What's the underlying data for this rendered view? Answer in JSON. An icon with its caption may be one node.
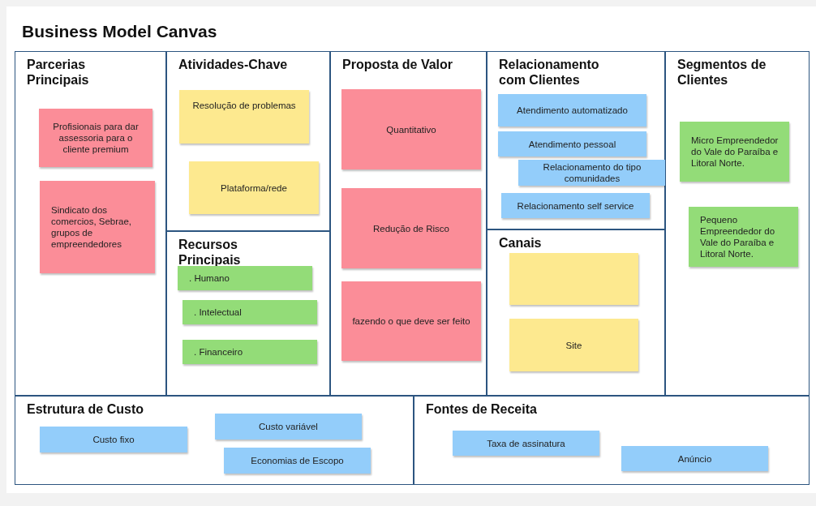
{
  "diagram": {
    "title": "Business Model Canvas",
    "nodes": [
      {
        "text": [
          "Parcerias Principais"
        ]
      },
      {
        "text": [
          "Profisionais para dar assessoria para o cliente premium"
        ],
        "in": 0
      },
      {
        "text": [
          "Sindicato dos comercios, Sebrae, grupos de empreendedores"
        ],
        "in": 0
      },
      {
        "text": [
          "Atividades-Chave"
        ]
      },
      {
        "text": [
          "Resolução de problemas"
        ],
        "in": 3
      },
      {
        "text": [
          "Plataforma/rede"
        ],
        "in": 3
      },
      {
        "text": [
          "Recursos Principais"
        ]
      },
      {
        "text": [
          ". Humano"
        ],
        "in": 6
      },
      {
        "text": [
          ". Intelectual"
        ],
        "in": 6
      },
      {
        "text": [
          ". Financeiro"
        ],
        "in": 6
      },
      {
        "text": [
          "Proposta de Valor"
        ]
      },
      {
        "text": [
          "Quantitativo"
        ],
        "in": 10
      },
      {
        "text": [
          "Redução de Risco"
        ],
        "in": 10
      },
      {
        "text": [
          "fazendo o que deve ser feito"
        ],
        "in": 10
      },
      {
        "text": [
          "Relacionamento com Clientes"
        ]
      },
      {
        "text": [
          "Atendimento automatizado"
        ],
        "in": 14
      },
      {
        "text": [
          "Atendimento pessoal"
        ],
        "in": 14
      },
      {
        "text": [
          "Relacionamento do tipo comunidades"
        ],
        "in": 14
      },
      {
        "text": [
          "Relacionamento self service"
        ],
        "in": 14
      },
      {
        "text": [
          "Canais"
        ]
      },
      {
        "text": [],
        "shape": "box",
        "in": 19
      },
      {
        "text": [
          "Site"
        ],
        "in": 19
      },
      {
        "text": [
          "Segmentos de Clientes"
        ]
      },
      {
        "text": [
          "Micro Empreendedor do Vale do Paraíba e Litoral Norte."
        ],
        "in": 22
      },
      {
        "text": [
          "Pequeno Empreendedor do Vale do Paraíba e Litoral Norte."
        ],
        "in": 22
      },
      {
        "text": [
          "Estrutura de Custo"
        ]
      },
      {
        "text": [
          "Custo fixo"
        ],
        "in": 25
      },
      {
        "text": [
          "Custo variável"
        ],
        "in": 25
      },
      {
        "text": [
          "Economias de Escopo"
        ],
        "in": 25
      },
      {
        "text": [
          "Fontes de Receita"
        ]
      },
      {
        "text": [
          "Taxa de assinatura"
        ],
        "in": 29
      },
      {
        "text": [
          "Anúncio"
        ],
        "in": 29
      }
    ],
    "edges": []
  }
}
